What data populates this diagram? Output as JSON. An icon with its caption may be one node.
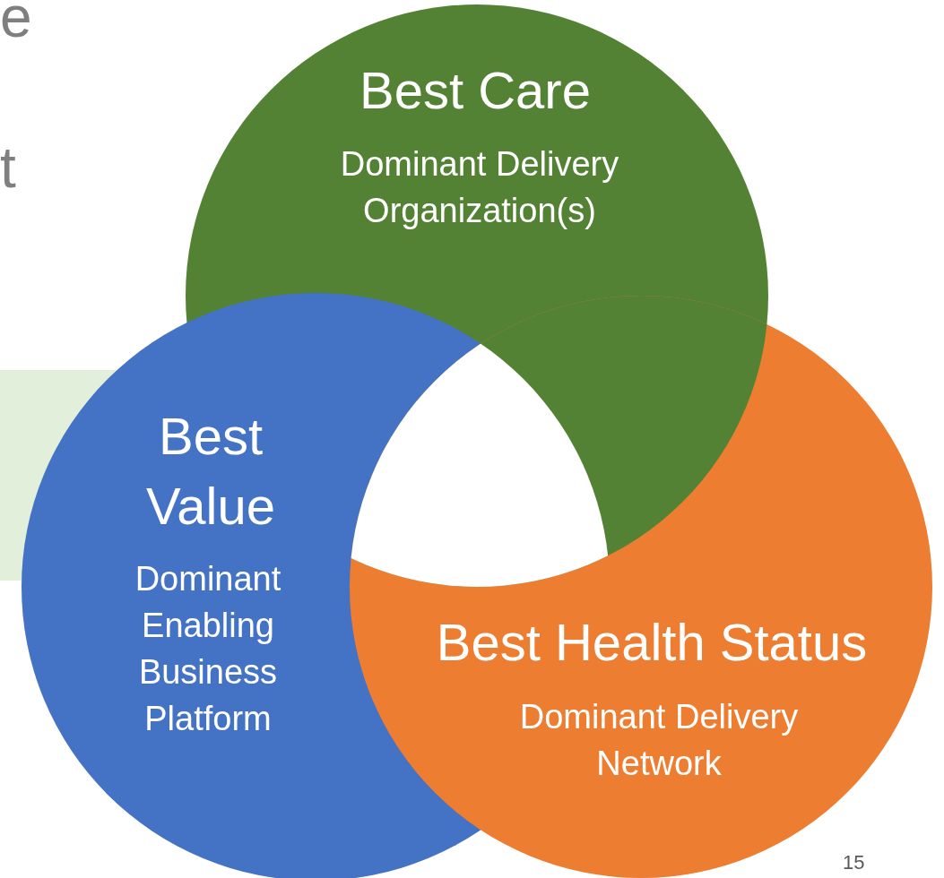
{
  "diagram": {
    "nodes": [
      {
        "text": [
          "Best Care",
          "Dominant Delivery Organization(s)"
        ]
      },
      {
        "text": [
          "Best Value",
          "Dominant Enabling Business Platform"
        ]
      },
      {
        "text": [
          "Best Health Status",
          "Dominant Delivery Network"
        ]
      }
    ],
    "labels": [
      "e",
      "t",
      "15"
    ]
  }
}
